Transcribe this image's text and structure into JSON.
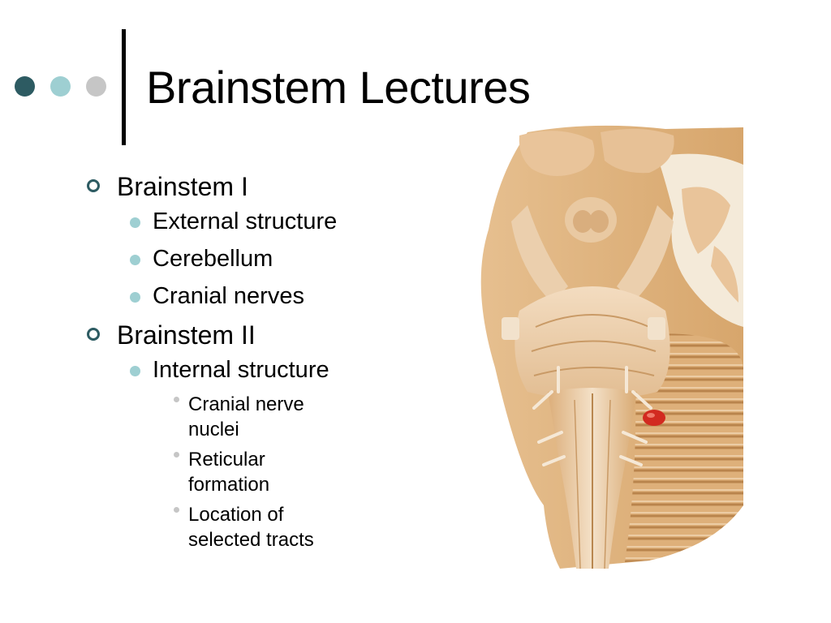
{
  "colors": {
    "dot_dark": "#2d5b62",
    "dot_mid": "#9ecfd2",
    "dot_light": "#c6c6c6",
    "bullet_level1": "#2d5b62",
    "bullet_level2": "#9ecfd2",
    "bullet_level3": "#c6c6c6"
  },
  "slide": {
    "title": "Brainstem Lectures",
    "bullets": [
      {
        "text": "Brainstem I",
        "children": [
          {
            "text": "External structure"
          },
          {
            "text": "Cerebellum"
          },
          {
            "text": "Cranial nerves"
          }
        ]
      },
      {
        "text": "Brainstem II",
        "children": [
          {
            "text": "Internal structure",
            "children": [
              {
                "text": "Cranial nerve nuclei"
              },
              {
                "text": "Reticular formation"
              },
              {
                "text": "Location of selected tracts"
              }
            ]
          }
        ]
      }
    ],
    "illustration_icon": "brainstem-anatomy-illustration"
  }
}
